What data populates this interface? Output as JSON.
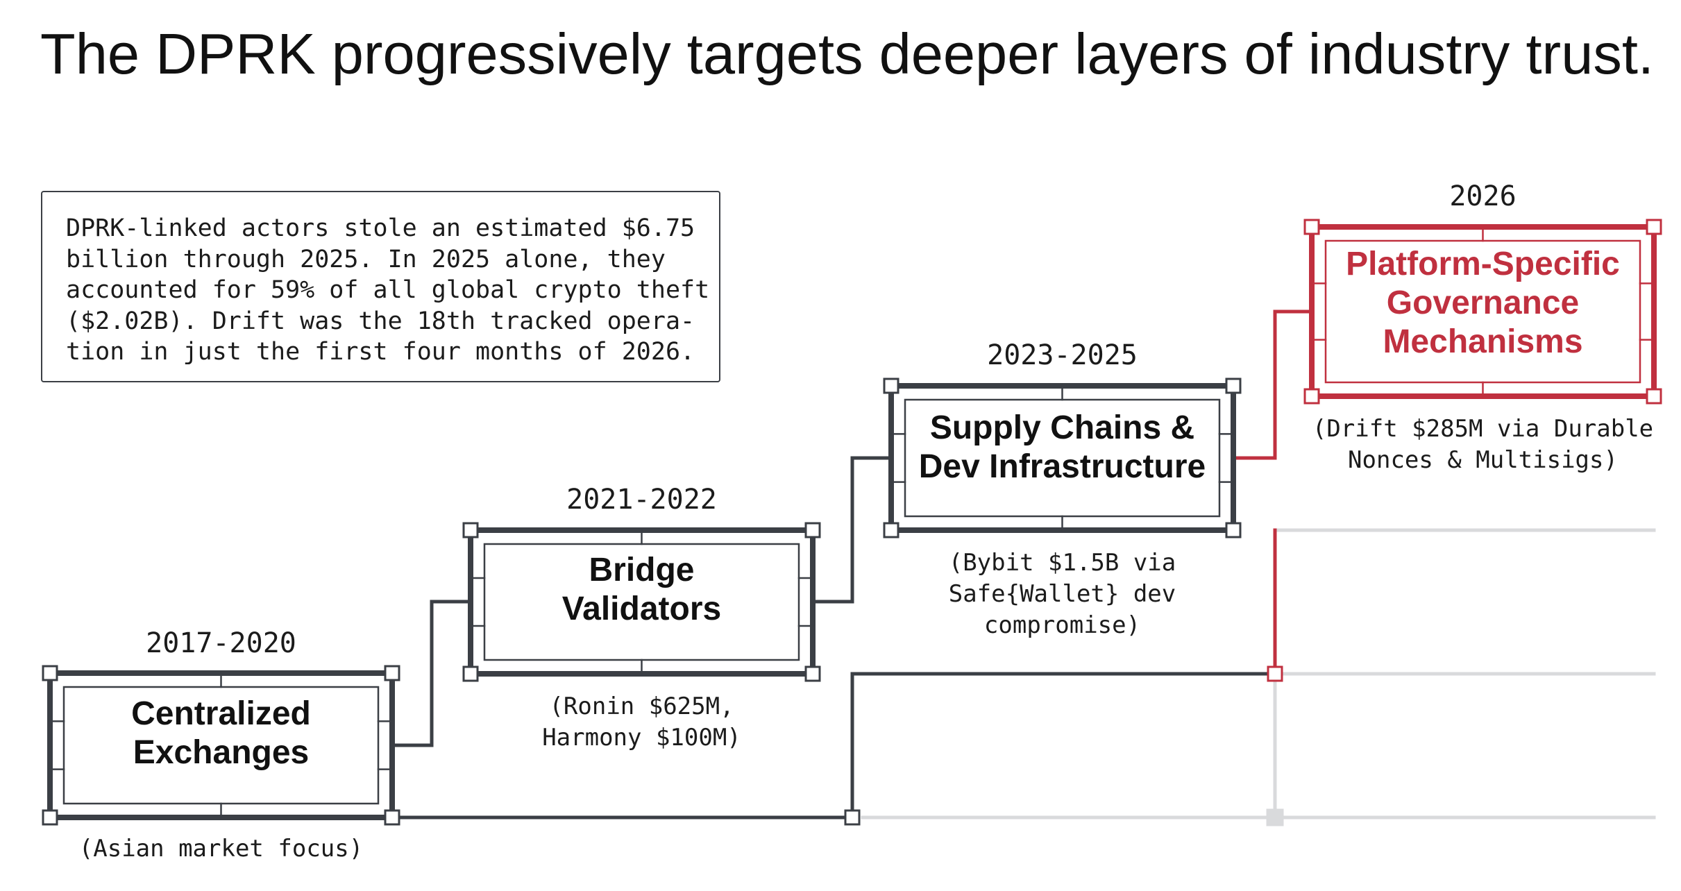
{
  "title": "The DPRK progressively targets deeper layers of industry trust.",
  "info_text": "DPRK-linked actors stole an estimated $6.75\nbillion through 2025. In 2025 alone, they\naccounted for 59% of all global crypto theft\n($2.02B). Drift was the 18th tracked opera-\ntion in just the first four months of 2026.",
  "colors": {
    "dark": "#3b3f45",
    "accent": "#c0303f",
    "faint": "#d9dadc"
  },
  "stages": [
    {
      "year": "2017-2020",
      "label_lines": [
        "Centralized",
        "Exchanges"
      ],
      "note_lines": [
        "(Asian market focus)"
      ],
      "highlight": false
    },
    {
      "year": "2021-2022",
      "label_lines": [
        "Bridge",
        "Validators"
      ],
      "note_lines": [
        "(Ronin $625M,",
        "Harmony $100M)"
      ],
      "highlight": false
    },
    {
      "year": "2023-2025",
      "label_lines": [
        "Supply Chains &",
        "Dev Infrastructure"
      ],
      "note_lines": [
        "(Bybit $1.5B via",
        "Safe{Wallet} dev",
        "compromise)"
      ],
      "highlight": false
    },
    {
      "year": "2026",
      "label_lines": [
        "Platform-Specific",
        "Governance",
        "Mechanisms"
      ],
      "note_lines": [
        "(Drift $285M via Durable",
        "Nonces & Multisigs)"
      ],
      "highlight": true
    }
  ]
}
